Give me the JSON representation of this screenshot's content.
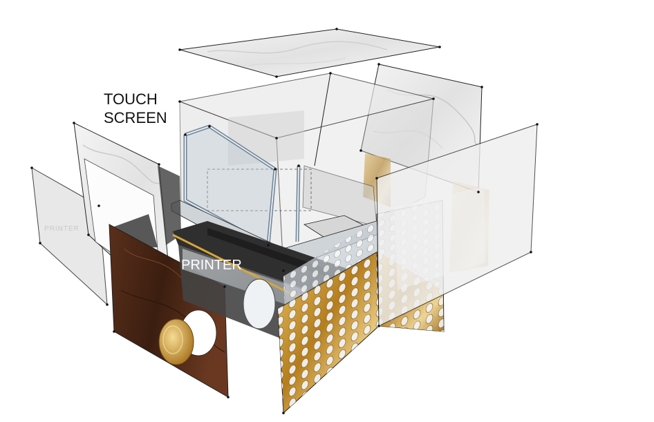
{
  "labels": {
    "touch_line1": "TOUCH",
    "touch_line2": "SCREEN",
    "printer": "PRINTER",
    "ghost_printer": "PRINTER"
  },
  "colors": {
    "marble": "#eeeeee",
    "glass": "#e6e6e6",
    "wood": "#4a2616",
    "gold": "#c9962d",
    "steel": "#c6ccd2",
    "dark_panel": "#3a3a3a"
  }
}
